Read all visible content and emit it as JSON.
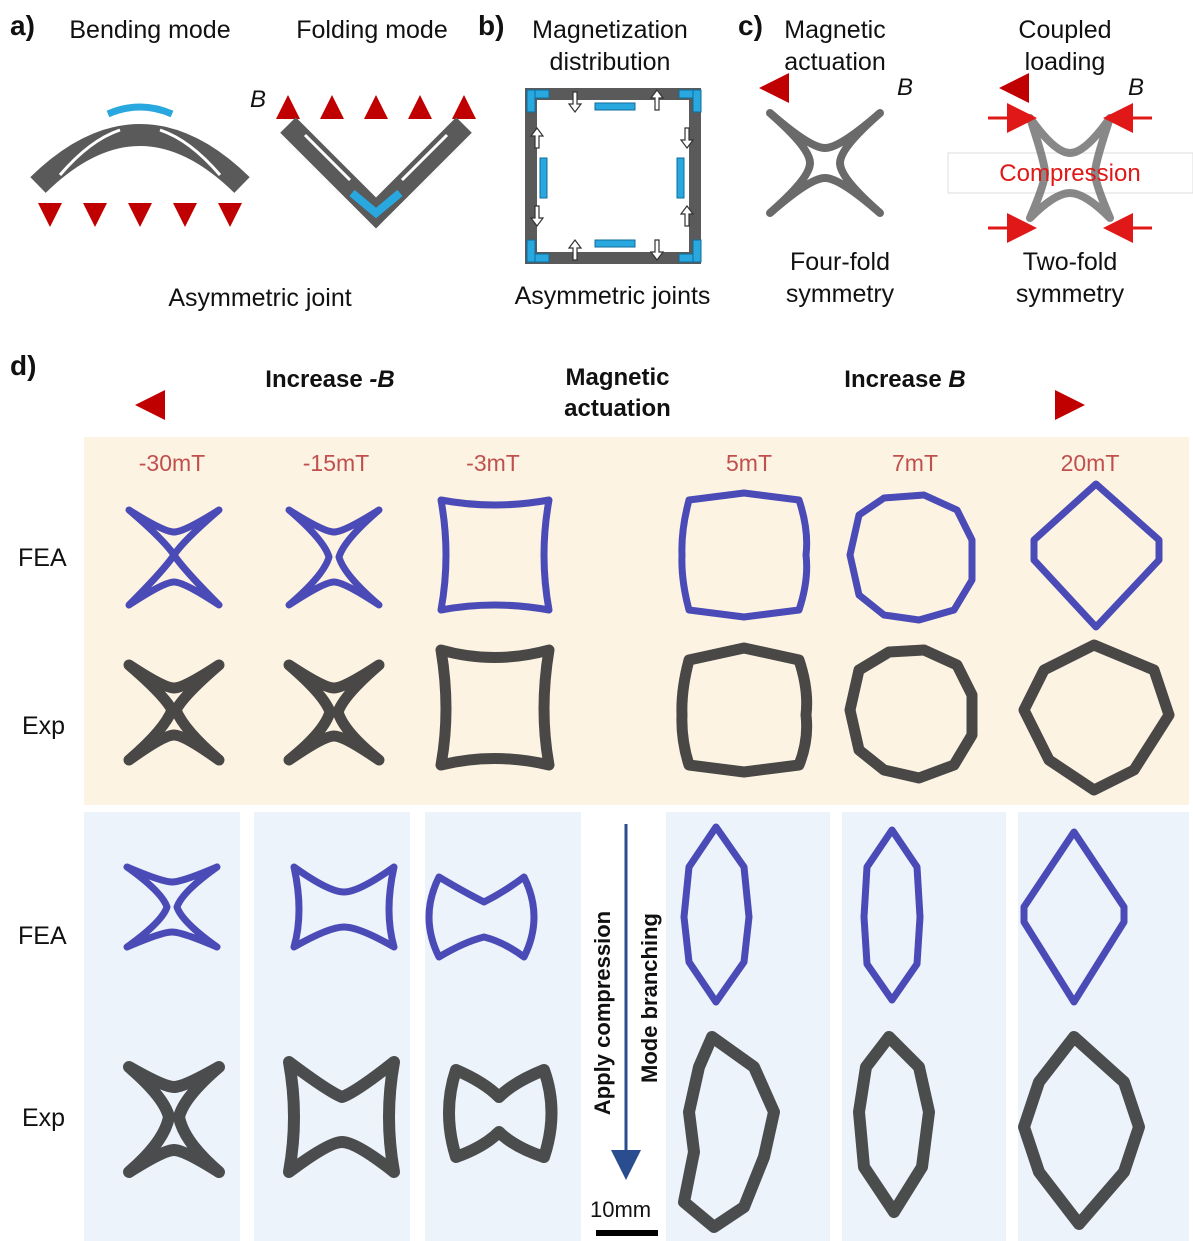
{
  "panel_a": {
    "label": "a)",
    "bending": "Bending mode",
    "folding": "Folding mode",
    "b_symbol": "B",
    "caption": "Asymmetric joint"
  },
  "panel_b": {
    "label": "b)",
    "title_line1": "Magnetization",
    "title_line2": "distribution",
    "caption": "Asymmetric joints"
  },
  "panel_c": {
    "label": "c)",
    "left_title_line1": "Magnetic",
    "left_title_line2": "actuation",
    "b_symbol": "B",
    "right_title_line1": "Coupled",
    "right_title_line2": "loading",
    "compression": "Compression",
    "left_caption_line1": "Four-fold",
    "left_caption_line2": "symmetry",
    "right_caption_line1": "Two-fold",
    "right_caption_line2": "symmetry"
  },
  "panel_d": {
    "label": "d)",
    "increase_neg": "Increase -B",
    "increase_neg_prefix": "Increase ",
    "increase_neg_var": "-B",
    "increase_pos_prefix": "Increase ",
    "increase_pos_var": "B",
    "center_line1": "Magnetic",
    "center_line2": "actuation",
    "fields": [
      "-30mT",
      "-15mT",
      "-3mT",
      "5mT",
      "7mT",
      "20mT"
    ],
    "row_fea": "FEA",
    "row_exp": "Exp",
    "apply_compression": "Apply compression",
    "mode_branching": "Mode branching",
    "scale_bar": "10mm"
  },
  "colors": {
    "fea": "#4b4bb7",
    "exp": "#3a3a3a",
    "north": "#c00000",
    "south": "#1f78c8",
    "joint": "#29a8e0",
    "tan_bg": "#fdf3e3",
    "blue_bg": "#ecf3fb"
  }
}
